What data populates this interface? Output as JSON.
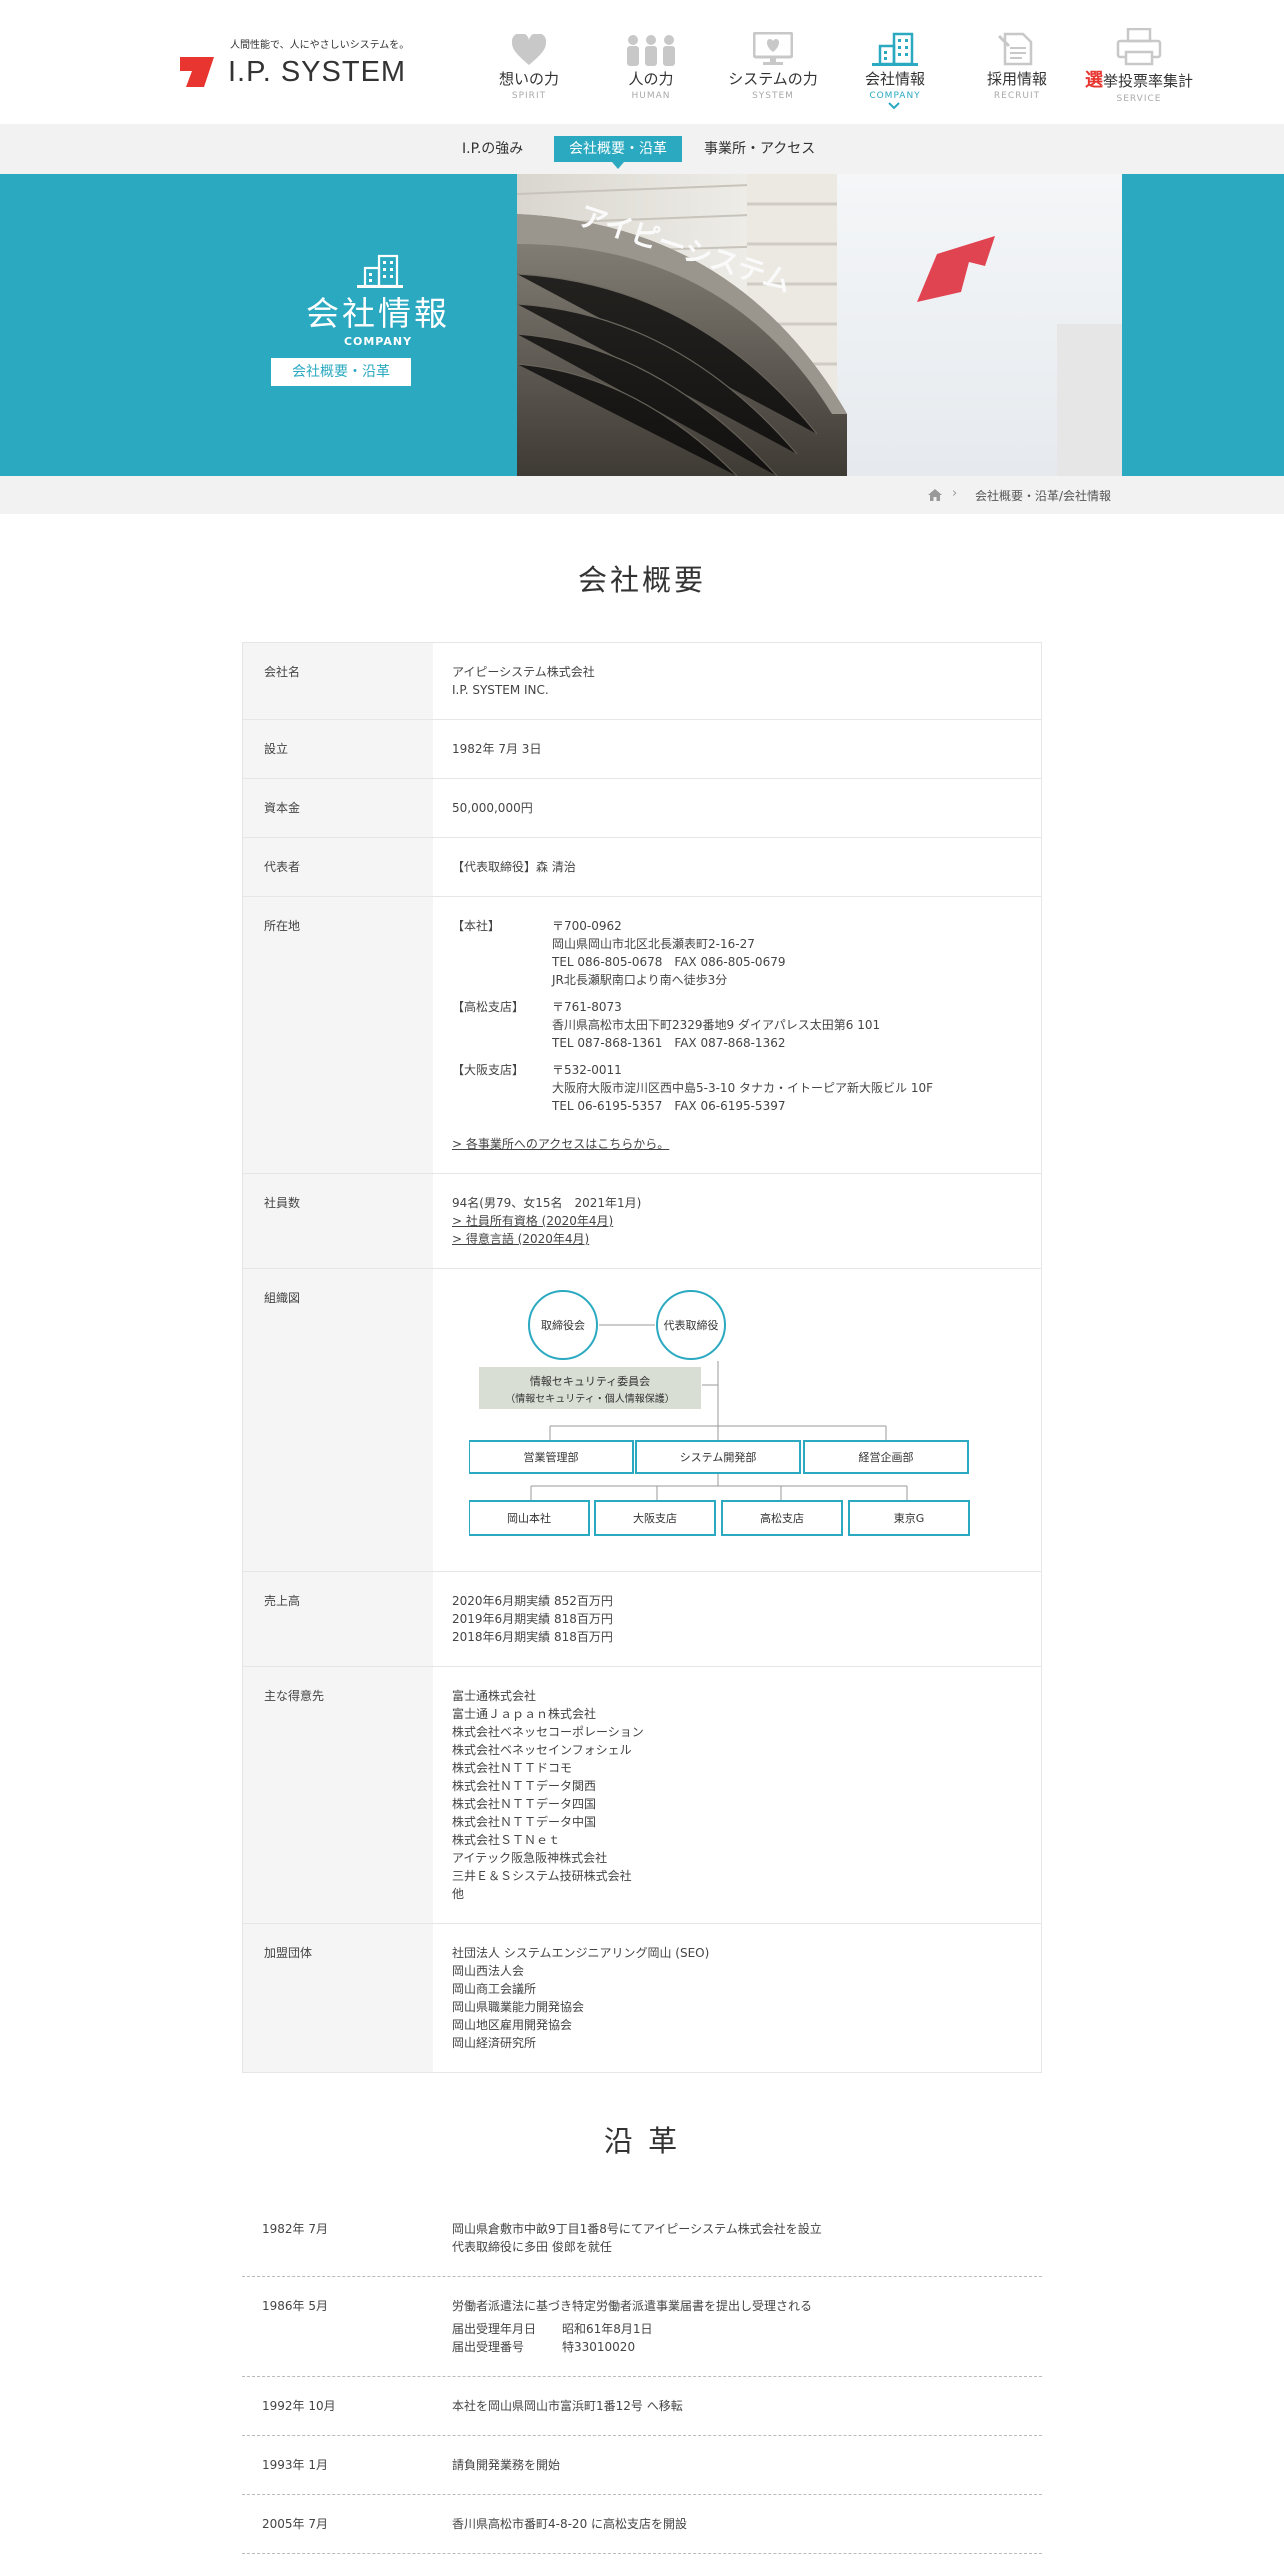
{
  "header": {
    "tagline": "人間性能で、人にやさしいシステムを。",
    "logo_text": "I.P. SYSTEM",
    "nav": [
      {
        "label": "想いの力",
        "sub": "SPIRIT",
        "icon": "heart-icon"
      },
      {
        "label": "人の力",
        "sub": "HUMAN",
        "icon": "people-icon"
      },
      {
        "label": "システムの力",
        "sub": "SYSTEM",
        "icon": "monitor-icon"
      },
      {
        "label": "会社情報",
        "sub": "COMPANY",
        "icon": "building-icon",
        "active": true
      },
      {
        "label": "採用情報",
        "sub": "RECRUIT",
        "icon": "document-icon"
      },
      {
        "label_mark": "選",
        "label": "挙投票率集計",
        "sub": "SERVICE",
        "icon": "printer-icon"
      }
    ]
  },
  "subnav": {
    "items": [
      "I.P.の強み",
      "会社概要・沿革",
      "事業所・アクセス"
    ],
    "active_index": 1
  },
  "hero": {
    "title": "会社情報",
    "subtitle": "COMPANY",
    "badge": "会社概要・沿革",
    "sign_text": "アイピーシステム"
  },
  "breadcrumb": {
    "current": "会社概要・沿革/会社情報"
  },
  "overview": {
    "title": "会社概要",
    "company_name": {
      "label": "会社名",
      "lines": [
        "アイピーシステム株式会社",
        "I.P. SYSTEM INC."
      ]
    },
    "founded": {
      "label": "設立",
      "value": "1982年 7月 3日"
    },
    "capital": {
      "label": "資本金",
      "value": "50,000,000円"
    },
    "representative": {
      "label": "代表者",
      "value": "【代表取締役】森 清治"
    },
    "address": {
      "label": "所在地",
      "offices": [
        {
          "name": "【本社】",
          "lines": [
            "〒700-0962",
            "岡山県岡山市北区北長瀬表町2-16-27",
            "TEL 086-805-0678　FAX 086-805-0679",
            "JR北長瀬駅南口より南へ徒歩3分"
          ]
        },
        {
          "name": "【高松支店】",
          "lines": [
            "〒761-8073",
            "香川県高松市太田下町2329番地9 ダイアパレス太田第6 101",
            "TEL 087-868-1361　FAX 087-868-1362"
          ]
        },
        {
          "name": "【大阪支店】",
          "lines": [
            "〒532-0011",
            "大阪府大阪市淀川区西中島5-3-10 タナカ・イトーピア新大阪ビル 10F",
            "TEL 06-6195-5357　FAX 06-6195-5397"
          ]
        }
      ],
      "access_link": "> 各事業所へのアクセスはこちらから。"
    },
    "employees": {
      "label": "社員数",
      "value": "94名(男79、女15名　2021年1月)",
      "links": [
        "> 社員所有資格 (2020年4月)",
        "> 得意言語 (2020年4月)"
      ]
    },
    "org_chart": {
      "label": "組織図",
      "board": "取締役会",
      "ceo": "代表取締役",
      "committee_line1": "情報セキュリティ委員会",
      "committee_line2": "（情報セキュリティ・個人情報保護）",
      "departments": [
        "営業管理部",
        "システム開発部",
        "経営企画部"
      ],
      "branches": [
        "岡山本社",
        "大阪支店",
        "高松支店",
        "東京G"
      ]
    },
    "sales": {
      "label": "売上高",
      "lines": [
        "2020年6月期実績 852百万円",
        "2019年6月期実績 818百万円",
        "2018年6月期実績 818百万円"
      ]
    },
    "clients": {
      "label": "主な得意先",
      "lines": [
        "富士通株式会社",
        "富士通Ｊａｐａｎ株式会社",
        "株式会社ベネッセコーポレーション",
        "株式会社ベネッセインフォシェル",
        "株式会社ＮＴＴドコモ",
        "株式会社ＮＴＴデータ関西",
        "株式会社ＮＴＴデータ四国",
        "株式会社ＮＴＴデータ中国",
        "株式会社ＳＴＮｅｔ",
        "アイテック阪急阪神株式会社",
        "三井Ｅ＆Ｓシステム技研株式会社",
        "他"
      ]
    },
    "memberships": {
      "label": "加盟団体",
      "lines": [
        "社団法人 システムエンジニアリング岡山 (SEO)",
        "岡山西法人会",
        "岡山商工会議所",
        "岡山県職業能力開発協会",
        "岡山地区雇用開発協会",
        "岡山経済研究所"
      ]
    }
  },
  "history": {
    "title": "沿 革",
    "rows": [
      {
        "date": "1982年 7月",
        "lines": [
          "岡山県倉敷市中畝9丁目1番8号にてアイピーシステム株式会社を設立",
          "代表取締役に多田 俊郎を就任"
        ]
      },
      {
        "date": "1986年 5月",
        "lines": [
          "労働者派遣法に基づき特定労働者派遣事業届書を提出し受理される"
        ],
        "details": [
          [
            "届出受理年月日",
            "昭和61年8月1日"
          ],
          [
            "届出受理番号",
            "特33010020"
          ]
        ]
      },
      {
        "date": "1992年 10月",
        "lines": [
          "本社を岡山県岡山市富浜町1番12号 へ移転"
        ]
      },
      {
        "date": "1993年 1月",
        "lines": [
          "請負開発業務を開始"
        ]
      },
      {
        "date": "2005年 7月",
        "lines": [
          "香川県高松市番町4-8-20 に高松支店を開設"
        ]
      }
    ]
  },
  "colors": {
    "accent": "#2aa9c0",
    "brand_red": "#e8352f"
  }
}
